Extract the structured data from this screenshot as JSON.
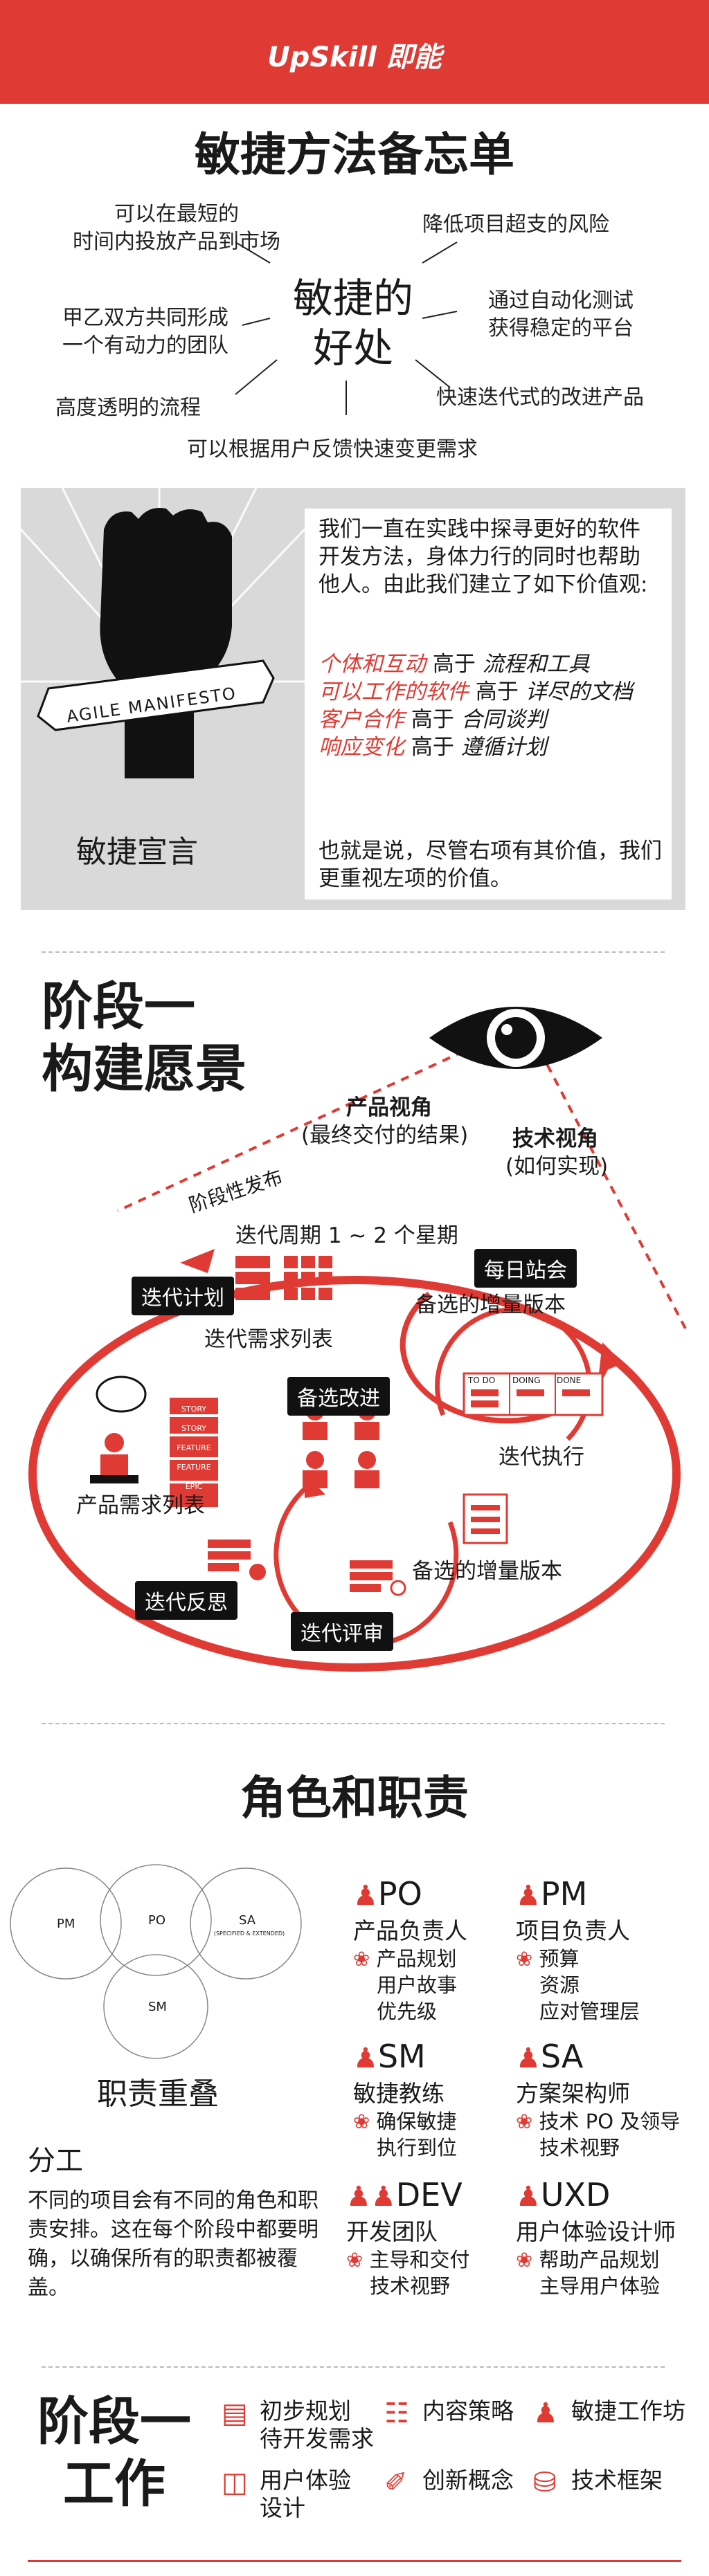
{
  "header": {
    "logo": "UpSkill 即能"
  },
  "title": "敏捷方法备忘单",
  "benefits": {
    "center_line1": "敏捷的",
    "center_line2": "好处",
    "b1_line1": "可以在最短的",
    "b1_line2": "时间内投放产品到市场",
    "b2": "降低项目超支的风险",
    "b3_line1": "甲乙双方共同形成",
    "b3_line2": "一个有动力的团队",
    "b4_line1": "通过自动化测试",
    "b4_line2": "获得稳定的平台",
    "b5": "高度透明的流程",
    "b6": "快速迭代式的改进产品",
    "b7": "可以根据用户反馈快速变更需求"
  },
  "manifesto": {
    "banner": "AGILE MANIFESTO",
    "caption": "敏捷宣言",
    "intro": "我们一直在实践中探寻更好的软件开发方法，身体力行的同时也帮助他人。由此我们建立了如下价值观:",
    "v1_left": "个体和互动",
    "v1_right": "流程和工具",
    "v2_left": "可以工作的软件",
    "v2_right": "详尽的文档",
    "v3_left": "客户合作",
    "v3_right": "合同谈判",
    "v4_left": "响应变化",
    "v4_right": "遵循计划",
    "over": "高于",
    "outro": "也就是说，尽管右项有其价值，我们更重视左项的价值。"
  },
  "phase1": {
    "title_line1": "阶段一",
    "title_line2": "构建愿景",
    "product_view": "产品视角",
    "product_view_sub": "(最终交付的结果)",
    "tech_view": "技术视角",
    "tech_view_sub": "(如何实现)",
    "staged_release": "阶段性发布",
    "cycle": "迭代周期 1 ~ 2 个星期",
    "daily_standup": "每日站会",
    "increment_candidate1": "备选的增量版本",
    "sprint_planning": "迭代计划",
    "sprint_backlog": "迭代需求列表",
    "improve": "备选改进",
    "product_backlog": "产品需求列表",
    "sprint_exec": "迭代执行",
    "increment_candidate2": "备选的增量版本",
    "retro": "迭代反思",
    "review": "迭代评审",
    "board_cols": [
      "TO DO",
      "DOING",
      "DONE"
    ],
    "backlog_items": [
      "STORY",
      "STORY",
      "FEATURE",
      "FEATURE",
      "EPIC"
    ]
  },
  "roles": {
    "title": "角色和职责",
    "venn": [
      "PM",
      "PO",
      "SA",
      "SM"
    ],
    "venn_sub": "(SPECIFIED & EXTENDED)",
    "overlap": "职责重叠",
    "division_title": "分工",
    "division_text": "不同的项目会有不同的角色和职责安排。这在每个阶段中都要明确，以确保所有的职责都被覆盖。",
    "list": [
      {
        "code": "PO",
        "name": "产品负责人",
        "items": [
          "产品规划",
          "用户故事",
          "优先级"
        ]
      },
      {
        "code": "PM",
        "name": "项目负责人",
        "items": [
          "预算",
          "资源",
          "应对管理层"
        ]
      },
      {
        "code": "SM",
        "name": "敏捷教练",
        "items": [
          "确保敏捷",
          "执行到位"
        ]
      },
      {
        "code": "SA",
        "name": "方案架构师",
        "items": [
          "技术 PO 及领导",
          "技术视野"
        ]
      },
      {
        "code": "DEV",
        "name": "开发团队",
        "items": [
          "主导和交付",
          "技术视野"
        ]
      },
      {
        "code": "UXD",
        "name": "用户体验设计师",
        "items": [
          "帮助产品规划",
          "主导用户体验"
        ]
      }
    ]
  },
  "phase2": {
    "title_line1": "阶段一",
    "title_line2": "工作",
    "items": [
      {
        "label_line1": "初步规划",
        "label_line2": "待开发需求"
      },
      {
        "label_line1": "内容策略",
        "label_line2": ""
      },
      {
        "label_line1": "敏捷工作坊",
        "label_line2": ""
      },
      {
        "label_line1": "用户体验",
        "label_line2": "设计"
      },
      {
        "label_line1": "创新概念",
        "label_line2": ""
      },
      {
        "label_line1": "技术框架",
        "label_line2": ""
      }
    ]
  },
  "colors": {
    "accent": "#e03a34",
    "ink": "#111111",
    "grey": "#d9d9d9"
  }
}
